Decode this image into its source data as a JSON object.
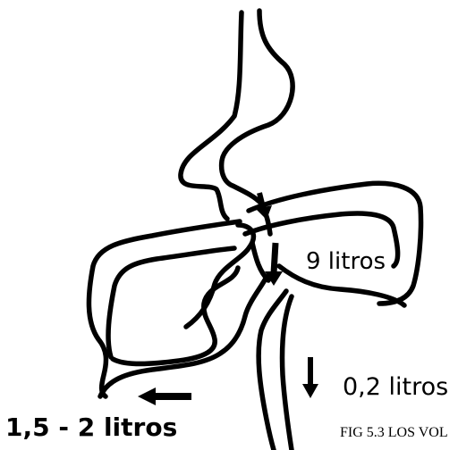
{
  "labels": {
    "stomach_volume": "9 litros",
    "small_intestine_volume": "0,2 litros",
    "colon_volume": "1,5 - 2 litros"
  },
  "caption": "FIG 5.3 LOS VOL",
  "colors": {
    "ink": "#000000",
    "background": "#ffffff"
  }
}
